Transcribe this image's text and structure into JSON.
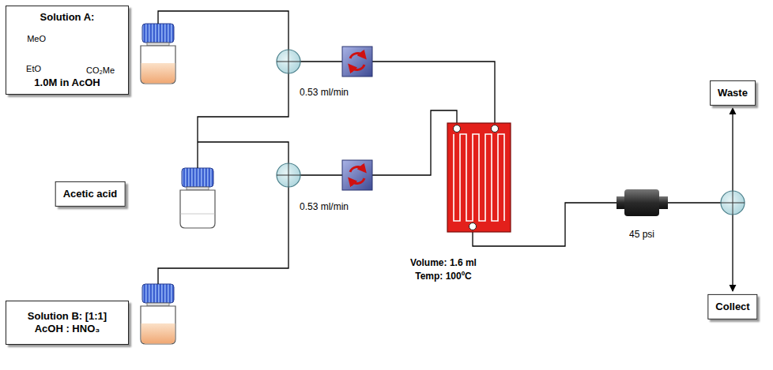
{
  "diagram": {
    "nodes": [
      {
        "text": [
          "Solution A:",
          "1.0M in AcOH"
        ]
      },
      {
        "text": [
          "Acetic acid"
        ]
      },
      {
        "text": [
          "Solution B: [1:1] AcOH : HNO₃"
        ]
      },
      {
        "text": [
          "Waste"
        ]
      },
      {
        "text": [
          "Collect"
        ]
      }
    ],
    "labels": [
      "MeO",
      "EtO",
      "CO₂Me",
      "0.53 ml/min",
      "0.53 ml/min",
      "Volume: 1.6 ml",
      "Temp: 100ºC",
      "45 psi"
    ]
  }
}
